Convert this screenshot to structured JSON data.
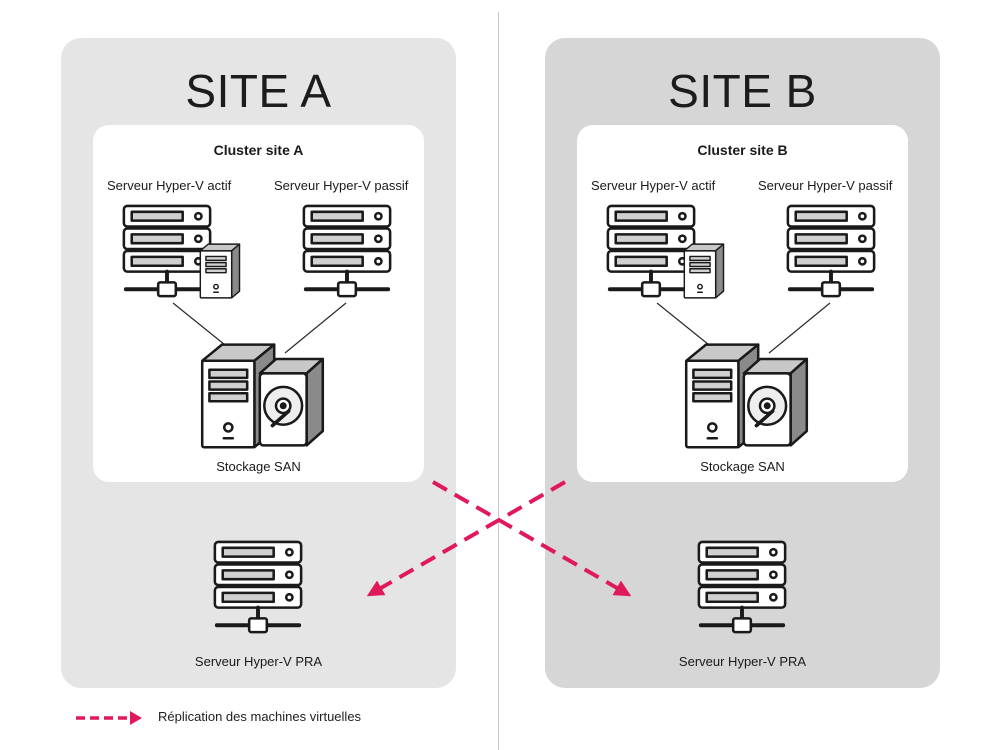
{
  "sites": [
    {
      "title": "SITE A",
      "cluster_title": "Cluster site A",
      "active_server_label": "Serveur Hyper-V actif",
      "passive_server_label": "Serveur Hyper-V passif",
      "storage_label": "Stockage SAN",
      "pra_server_label": "Serveur Hyper-V PRA"
    },
    {
      "title": "SITE B",
      "cluster_title": "Cluster site B",
      "active_server_label": "Serveur Hyper-V actif",
      "passive_server_label": "Serveur Hyper-V passif",
      "storage_label": "Stockage SAN",
      "pra_server_label": "Serveur Hyper-V PRA"
    }
  ],
  "legend": {
    "replication_label": "Réplication des machines virtuelles"
  },
  "colors": {
    "replication_arrow": "#e0195a",
    "site_a_background": "#e5e5e5",
    "site_b_background": "#d6d6d6",
    "cluster_background": "#ffffff"
  },
  "icons": {
    "active_server": "rack-server-with-tower-icon",
    "passive_server": "rack-server-icon",
    "storage": "san-storage-tower-with-disk-icon",
    "pra_server": "rack-server-icon"
  }
}
